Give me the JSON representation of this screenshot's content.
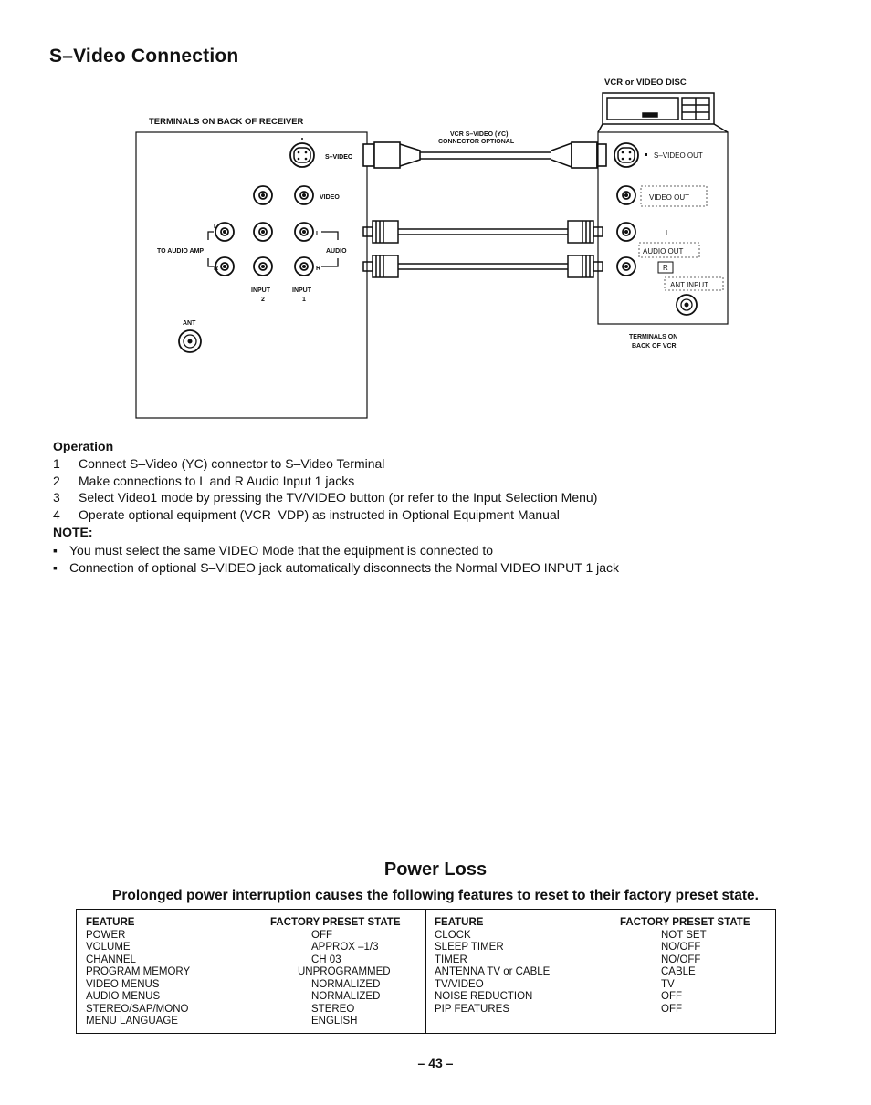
{
  "page_title": "S–Video Connection",
  "diagram": {
    "receiver_label": "TERMINALS ON BACK OF RECEIVER",
    "vcr_label": "VCR or VIDEO DISC",
    "connector_label_1": "VCR S–VIDEO (YC)",
    "connector_label_2": "CONNECTOR OPTIONAL",
    "receiver_svideo": "S–VIDEO",
    "receiver_video": "VIDEO",
    "receiver_audio": "AUDIO",
    "to_audio_amp": "TO AUDIO AMP",
    "input2_a": "INPUT",
    "input2_b": "2",
    "input1_a": "INPUT",
    "input1_b": "1",
    "l_left": "L",
    "r_left": "R",
    "l_right": "L",
    "r_right": "R",
    "ant": "ANT",
    "vcr_svideo_out": "S–VIDEO OUT",
    "vcr_video_out": "VIDEO OUT",
    "vcr_l": "L",
    "vcr_audio_out": "AUDIO OUT",
    "vcr_r": "R",
    "vcr_ant_input": "ANT INPUT",
    "vcr_terminals_1": "TERMINALS ON",
    "vcr_terminals_2": "BACK OF VCR"
  },
  "operation": {
    "heading": "Operation",
    "steps": [
      {
        "num": "1",
        "text": "Connect S–Video (YC) connector to S–Video Terminal"
      },
      {
        "num": "2",
        "text": "Make connections to L and R Audio Input 1 jacks"
      },
      {
        "num": "3",
        "text": "Select Video1 mode by pressing the TV/VIDEO button (or refer to the Input Selection Menu)"
      },
      {
        "num": "4",
        "text": "Operate optional equipment (VCR–VDP) as instructed in Optional Equipment Manual"
      }
    ]
  },
  "note": {
    "heading": "NOTE:",
    "items": [
      {
        "bullet": "▪",
        "text": "You must select the same VIDEO Mode that the equipment is connected to"
      },
      {
        "bullet": "▪",
        "text": "Connection of optional S–VIDEO jack automatically disconnects the Normal VIDEO INPUT 1 jack"
      }
    ]
  },
  "power_loss": {
    "title": "Power Loss",
    "subtitle": "Prolonged power interruption causes the following features to reset to their factory preset state.",
    "left_header_feature": "FEATURE",
    "left_header_state": "FACTORY PRESET STATE",
    "left_rows": [
      {
        "feature": "POWER",
        "state": "OFF"
      },
      {
        "feature": "VOLUME",
        "state": "APPROX –1/3"
      },
      {
        "feature": "CHANNEL",
        "state": "CH 03"
      },
      {
        "feature": "PROGRAM MEMORY",
        "state": "UNPROGRAMMED"
      },
      {
        "feature": "VIDEO MENUS",
        "state": "NORMALIZED"
      },
      {
        "feature": "AUDIO MENUS",
        "state": "NORMALIZED"
      },
      {
        "feature": "STEREO/SAP/MONO",
        "state": "STEREO"
      },
      {
        "feature": "MENU LANGUAGE",
        "state": "ENGLISH"
      }
    ],
    "right_header_feature": "FEATURE",
    "right_header_state": "FACTORY PRESET STATE",
    "right_rows": [
      {
        "feature": "CLOCK",
        "state": "NOT SET"
      },
      {
        "feature": "SLEEP TIMER",
        "state": "NO/OFF"
      },
      {
        "feature": "TIMER",
        "state": "NO/OFF"
      },
      {
        "feature": "ANTENNA TV or CABLE",
        "state": "CABLE"
      },
      {
        "feature": "TV/VIDEO",
        "state": "TV"
      },
      {
        "feature": "NOISE REDUCTION",
        "state": "OFF"
      },
      {
        "feature": "PIP FEATURES",
        "state": "OFF"
      }
    ]
  },
  "page_number": "– 43 –"
}
